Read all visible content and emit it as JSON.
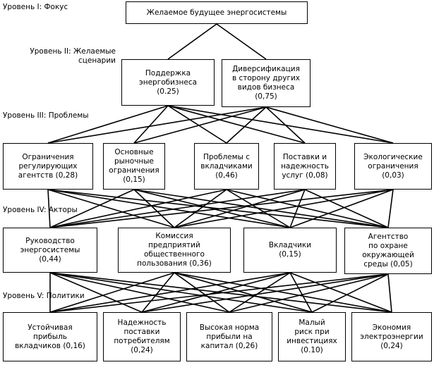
{
  "levels": [
    "Уровень I: Фокус",
    "Уровень II: Желаемые\nсценарии",
    "Уровень III: Проблемы",
    "Уровень IV: Акторы",
    "Уровень V: Политики"
  ],
  "focus": "Желаемое будущее энергосистемы",
  "scenarios": [
    "Поддержка\nэнергобизнеса\n(0.25)",
    "Диверсификация\nв сторону других\nвидов бизнеса\n(0,75)"
  ],
  "problems": [
    "Ограничения\nрегулирующих\nагентств (0,28)",
    "Основные\nрыночные\nограничения\n(0,15)",
    "Проблемы с\nвкладчиками\n(0,46)",
    "Поставки и\nнадежность\nуслуг (0,08)",
    "Экологические\nограничения\n(0,03)"
  ],
  "actors": [
    "Руководство\nэнергосистемы\n(0,44)",
    "Комиссия\nпредприятий\nобщественного\nпользования (0,36)",
    "Вкладчики\n(0,15)",
    "Агентство\nпо охране\nокружающей\nсреды (0,05)"
  ],
  "policies": [
    "Устойчивая\nприбыль\nвкладчиков (0,16)",
    "Надежность\nпоставки\nпотребителям\n(0,24)",
    "Высокая норма\nприбыли на\nкапитал (0,26)",
    "Малый\nриск при\nинвестициях\n(0.10)",
    "Экономия\nэлектроэнергии\n(0,24)"
  ]
}
